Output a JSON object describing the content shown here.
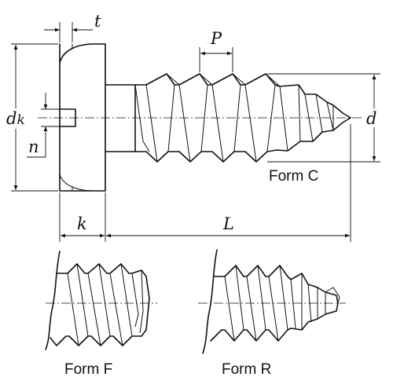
{
  "labels": {
    "t": "t",
    "p": "P",
    "dk_main": "d",
    "dk_sub": "k",
    "n": "n",
    "d": "d",
    "k": "k",
    "l": "L",
    "form_c": "Form C",
    "form_f": "Form F",
    "form_r": "Form R"
  }
}
